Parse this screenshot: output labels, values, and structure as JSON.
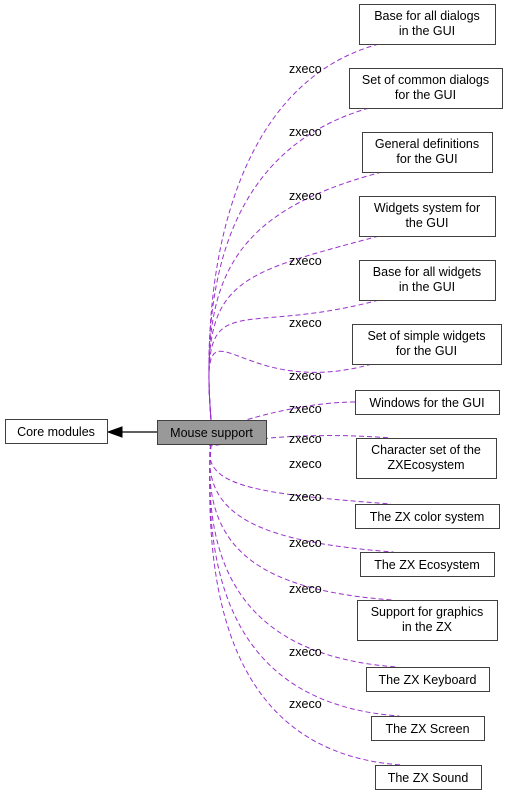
{
  "diagram": {
    "center_node": {
      "label": "Mouse support",
      "fill": "#999999"
    },
    "parent_node": {
      "label": "Core modules"
    },
    "edge_label": "zxeco",
    "edge_color": "#9a32cd",
    "child_nodes": [
      {
        "id": "base-dialogs",
        "lines": [
          "Base for all dialogs",
          "in the GUI"
        ]
      },
      {
        "id": "common-dialogs",
        "lines": [
          "Set of common dialogs",
          "for the GUI"
        ]
      },
      {
        "id": "general-definitions",
        "lines": [
          "General definitions",
          "for the GUI"
        ]
      },
      {
        "id": "widgets-system",
        "lines": [
          "Widgets system for",
          "the GUI"
        ]
      },
      {
        "id": "base-widgets",
        "lines": [
          "Base for all widgets",
          "in the GUI"
        ]
      },
      {
        "id": "simple-widgets",
        "lines": [
          "Set of simple widgets",
          "for the GUI"
        ]
      },
      {
        "id": "windows",
        "lines": [
          "Windows for the GUI"
        ]
      },
      {
        "id": "character-set",
        "lines": [
          "Character set of the",
          "ZXEcosystem"
        ]
      },
      {
        "id": "color-system",
        "lines": [
          "The ZX color system"
        ]
      },
      {
        "id": "zx-ecosystem",
        "lines": [
          "The ZX Ecosystem"
        ]
      },
      {
        "id": "graphics-support",
        "lines": [
          "Support for graphics",
          "in the ZX"
        ]
      },
      {
        "id": "zx-keyboard",
        "lines": [
          "The ZX Keyboard"
        ]
      },
      {
        "id": "zx-screen",
        "lines": [
          "The ZX Screen"
        ]
      },
      {
        "id": "zx-sound",
        "lines": [
          "The ZX Sound"
        ]
      }
    ]
  }
}
